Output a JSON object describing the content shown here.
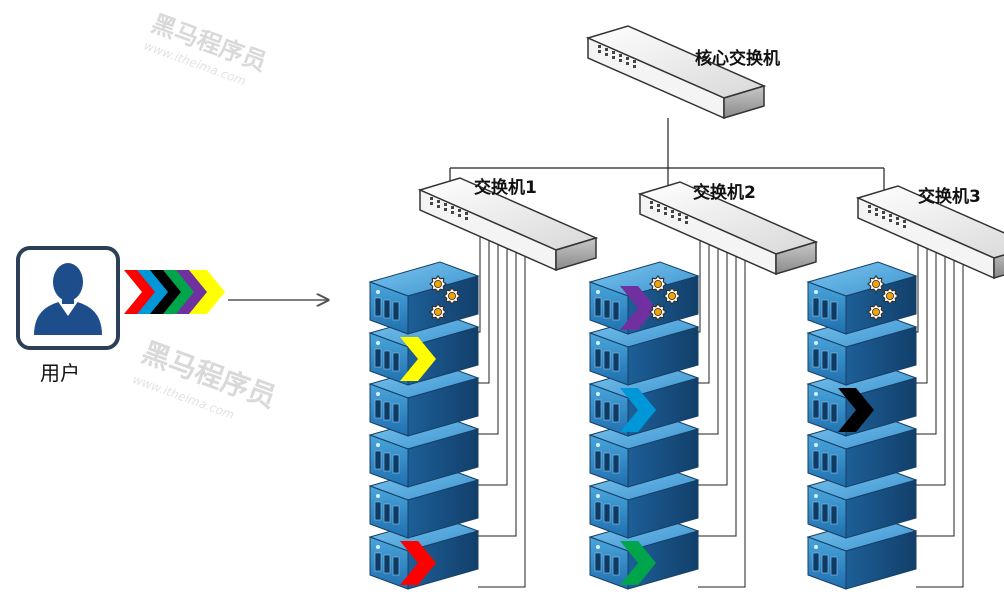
{
  "diagram": {
    "core_switch_label": "核心交换机",
    "switches": [
      {
        "label": "交换机1"
      },
      {
        "label": "交换机2"
      },
      {
        "label": "交换机3"
      }
    ],
    "user_label": "用户",
    "watermark": {
      "brand": "黑马程序员",
      "url": "www.itheima.com"
    },
    "request_colors": [
      "#ff0000",
      "#0097d8",
      "#000000",
      "#00a44a",
      "#7030a0",
      "#ffff00"
    ],
    "placements": [
      {
        "switch": 1,
        "server": 1,
        "content": "gears"
      },
      {
        "switch": 1,
        "server": 2,
        "content": "arrow",
        "color": "#ffff00"
      },
      {
        "switch": 1,
        "server": 6,
        "content": "arrow",
        "color": "#ff0000"
      },
      {
        "switch": 2,
        "server": 1,
        "content": "arrow+gears",
        "color": "#7030a0"
      },
      {
        "switch": 2,
        "server": 3,
        "content": "arrow",
        "color": "#0097d8"
      },
      {
        "switch": 2,
        "server": 6,
        "content": "arrow",
        "color": "#00a44a"
      },
      {
        "switch": 3,
        "server": 1,
        "content": "gears"
      },
      {
        "switch": 3,
        "server": 3,
        "content": "arrow",
        "color": "#000000"
      }
    ]
  }
}
